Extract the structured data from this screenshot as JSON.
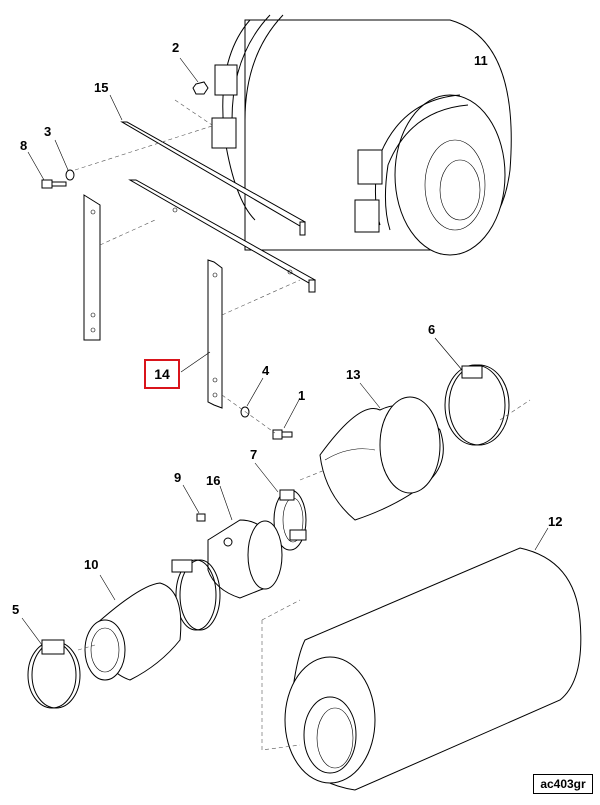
{
  "diagram": {
    "highlighted_label": "14",
    "reference_code": "ac403gr",
    "labels": {
      "p1": "1",
      "p2": "2",
      "p3": "3",
      "p4": "4",
      "p5": "5",
      "p6": "6",
      "p7": "7",
      "p8": "8",
      "p9": "9",
      "p10": "10",
      "p11": "11",
      "p12": "12",
      "p13": "13",
      "p15": "15",
      "p16": "16"
    }
  }
}
